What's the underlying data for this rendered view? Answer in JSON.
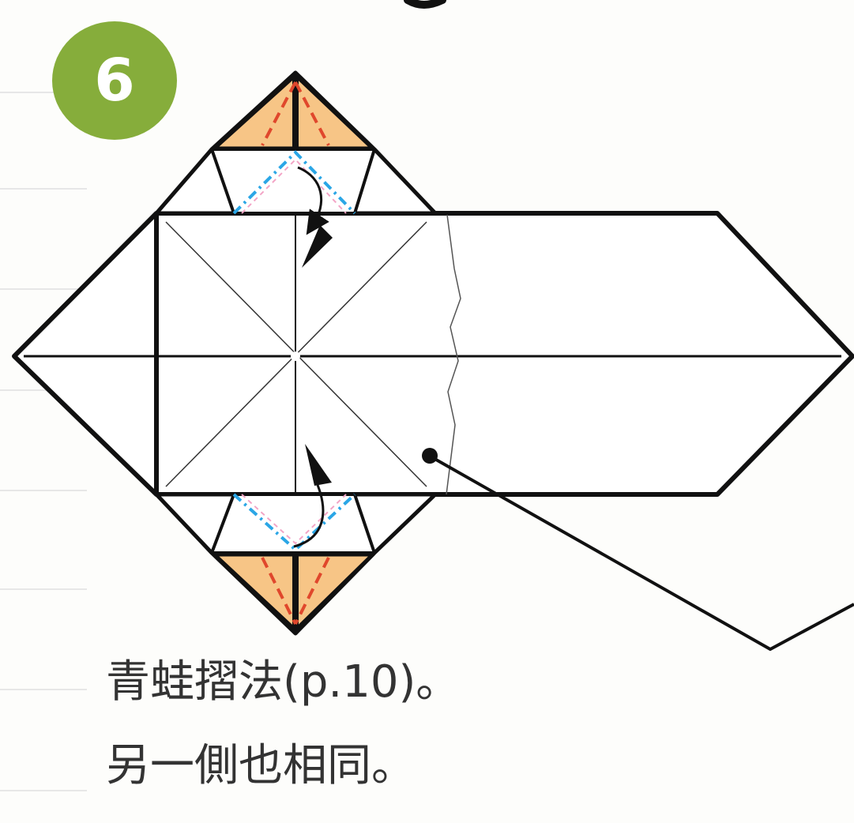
{
  "step": {
    "number": "6"
  },
  "caption": {
    "line1": "青蛙摺法(p.10)。",
    "line2": "另一側也相同。"
  },
  "colors": {
    "badge": "#86ad3b",
    "paper_fill": "#f7c586",
    "outline": "#111111",
    "red_fold": "#e0472c",
    "blue_fold": "#2aa6e6",
    "pink_fold": "#f3a5c6",
    "text": "#333333"
  },
  "icons": {
    "upper_arrow": "curved-down-arrow-icon",
    "lower_arrow": "curved-up-arrow-icon",
    "pointer": "leader-line-icon"
  }
}
